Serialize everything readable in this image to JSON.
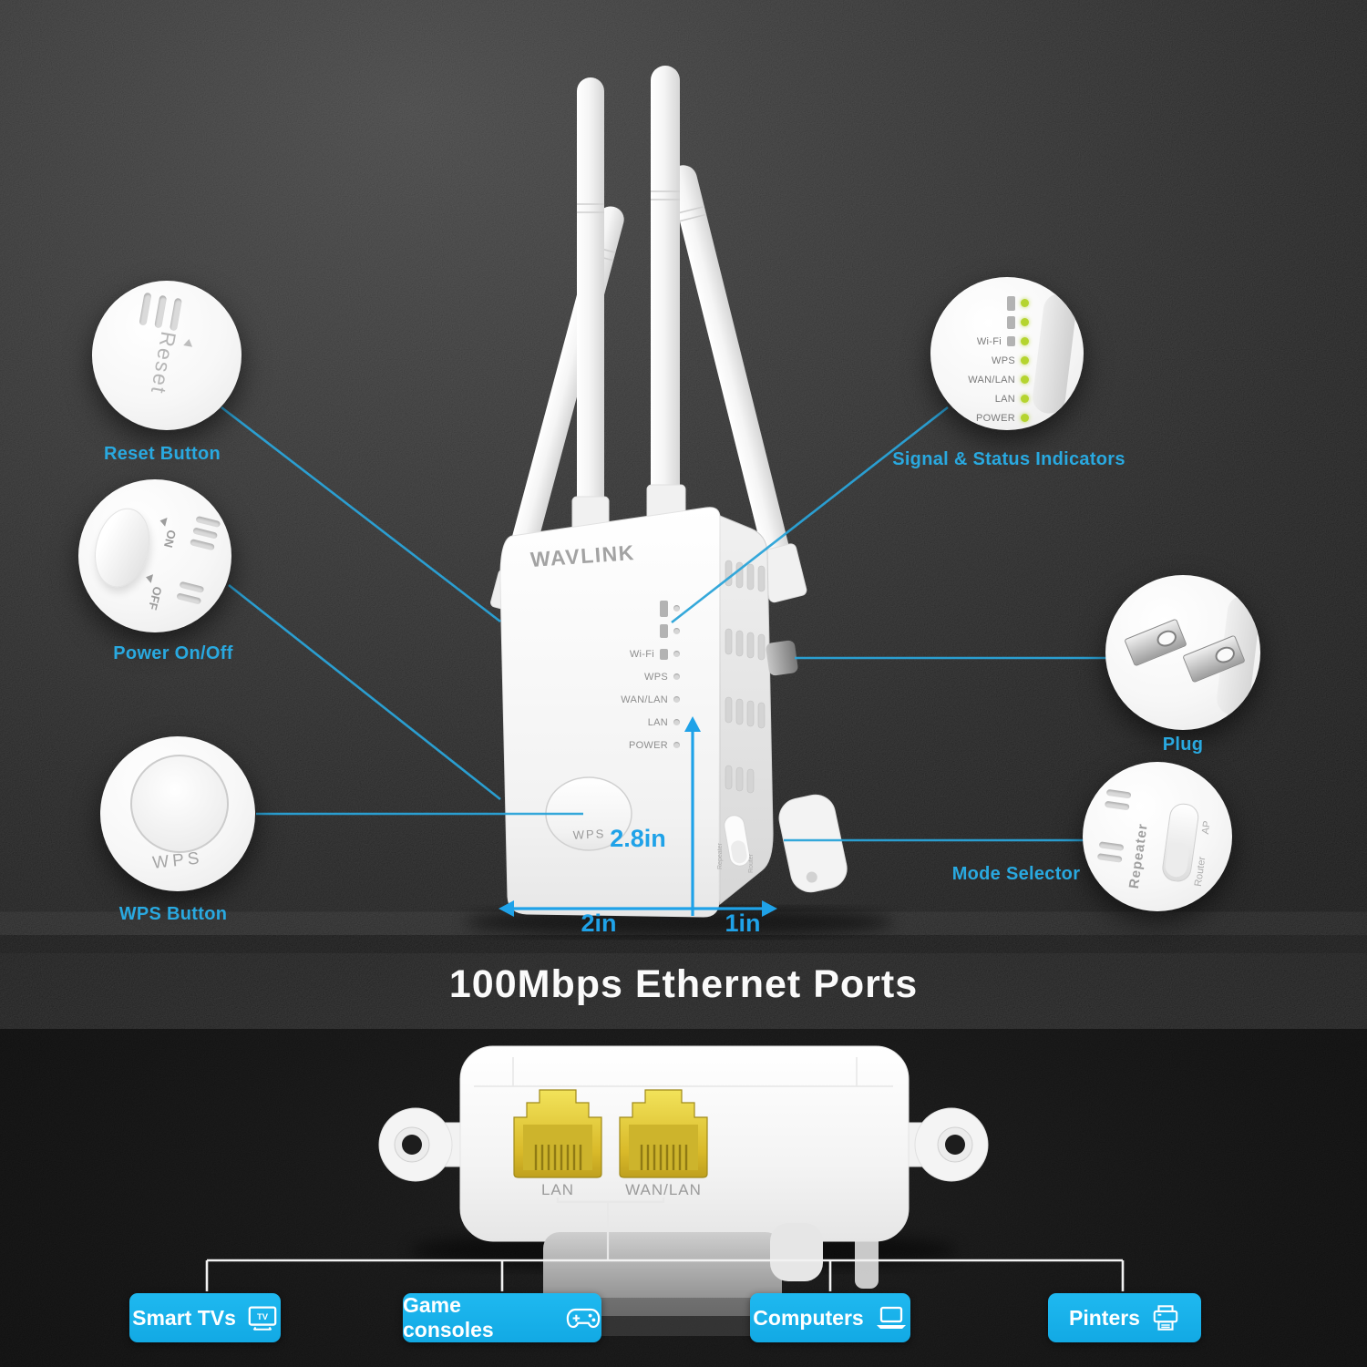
{
  "colors": {
    "accent_cyan": "#29a9e0",
    "dimension_cyan": "#1fa2e8",
    "client_box_cyan": "#17b2ec",
    "led_green": "#b5d42f",
    "port_yellow": "#e6cf3e",
    "background_dark": "#1a1a1a"
  },
  "brand": {
    "logo": "WAVLINK"
  },
  "device": {
    "leds": [
      "Wi-Fi",
      "WPS",
      "WAN/LAN",
      "LAN",
      "POWER"
    ],
    "wps_button": "WPS",
    "modes": [
      "Repeater",
      "AP",
      "Router"
    ]
  },
  "callouts": {
    "reset": {
      "label": "Reset Button",
      "engraving": "Reset"
    },
    "power": {
      "label": "Power On/Off",
      "on": "ON",
      "off": "OFF"
    },
    "wps": {
      "label": "WPS Button",
      "engraving": "WPS"
    },
    "signal": {
      "label": "Signal & Status Indicators"
    },
    "plug": {
      "label": "Plug"
    },
    "mode": {
      "label": "Mode Selector"
    }
  },
  "dimensions": {
    "height": "2.8in",
    "width": "2in",
    "depth": "1in"
  },
  "ethernet": {
    "title": "100Mbps Ethernet Ports",
    "ports": [
      "LAN",
      "WAN/LAN"
    ],
    "clients": [
      {
        "label": "Smart TVs",
        "icon": "tv-icon"
      },
      {
        "label": "Game consoles",
        "icon": "gamepad-icon"
      },
      {
        "label": "Computers",
        "icon": "laptop-icon"
      },
      {
        "label": "Pinters",
        "icon": "printer-icon"
      }
    ]
  }
}
